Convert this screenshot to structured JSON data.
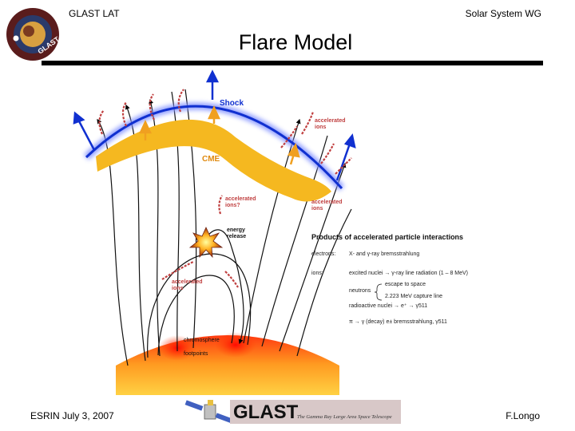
{
  "header": {
    "left": "GLAST LAT",
    "right": "Solar System WG",
    "title": "Flare Model"
  },
  "logo_badge": {
    "text": "GLAST"
  },
  "diagram": {
    "labels": {
      "shock": "Shock",
      "cme": "CME",
      "accelerated_ions_top": [
        "accelerated",
        "ions"
      ],
      "accelerated_ions_right": [
        "accelerated",
        "ions"
      ],
      "accelerated_ions_q": [
        "accelerated",
        "ions?"
      ],
      "energy_release": [
        "energy",
        "release"
      ],
      "accelerated_ions_loop": [
        "accelerated",
        "ions"
      ],
      "chromosphere": "chromosphere",
      "footpoints": "footpoints"
    },
    "products": {
      "title": "Products of accelerated particle interactions",
      "electrons_label": "electrons:",
      "electrons_text": "X- and γ-ray bremsstrahlung",
      "ions_label": "ions:",
      "ions_text": "excited nuclei → γ-ray line radiation (1 – 8 MeV)",
      "neutrons_label": "neutrons",
      "neutrons_line1": "escape to space",
      "neutrons_line2": "2.223 MeV capture line",
      "radioactive_text": "radioactive nuclei → e⁺ → γ511",
      "pion_text": "π → γ (decay) e± bremsstrahlung, γ511"
    },
    "colors": {
      "shock": "#1030d0",
      "cme": "#f5b820",
      "ions": "#c04040",
      "chromosphere_top": "#ff2000",
      "chromosphere_bottom": "#ffd040"
    }
  },
  "footer": {
    "left": "ESRIN July 3, 2007",
    "right": "F.Longo",
    "logo_text": "GLAST",
    "logo_tagline": "The Gamma Ray Large Area Space Telescope"
  }
}
